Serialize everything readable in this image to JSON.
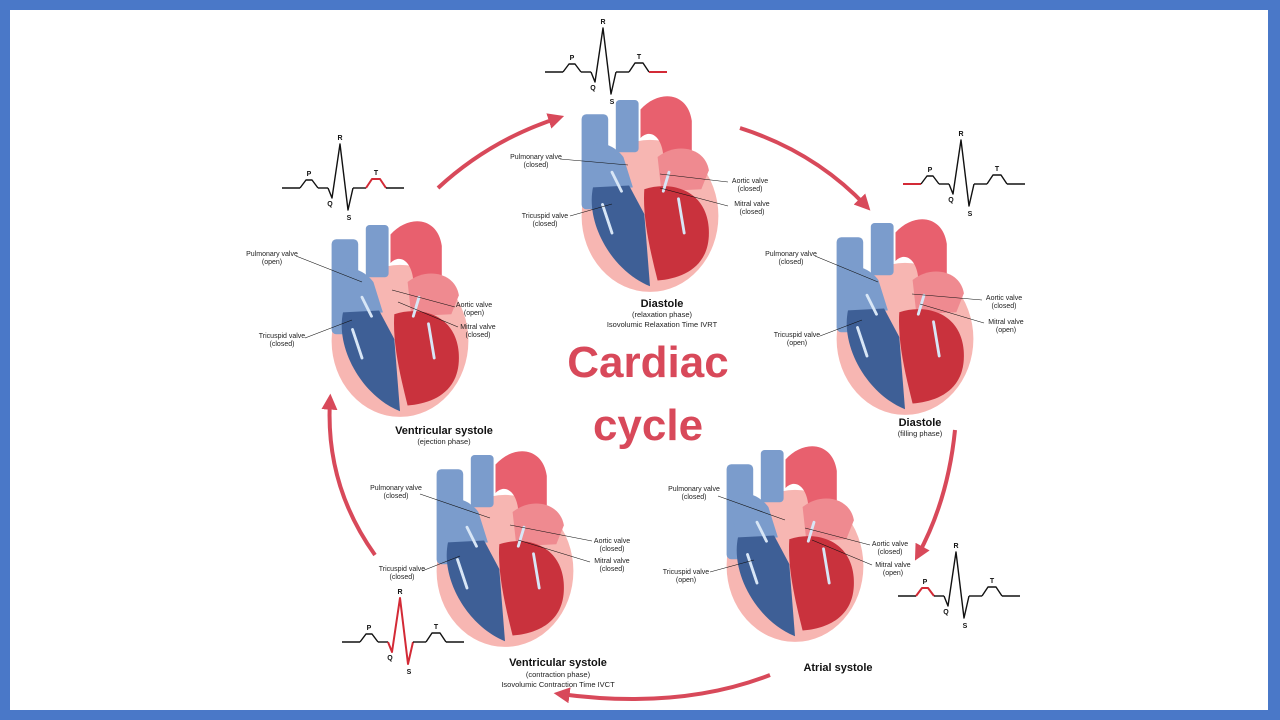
{
  "title": {
    "line1": "Cardiac",
    "line2": "cycle"
  },
  "colors": {
    "frame": "#4a78c8",
    "arrow": "#d8495a",
    "title": "#d8495a",
    "venous_blue": "#7b9ccc",
    "ventricle_blue": "#3e5f96",
    "arterial_red": "#e8606e",
    "ventricle_red": "#c9323d",
    "pericardium": "#f7b6b2",
    "ecg_highlight": "#d32a36"
  },
  "ecg_letters": {
    "p": "P",
    "q": "Q",
    "r": "R",
    "s": "S",
    "t": "T"
  },
  "stages": {
    "relax": {
      "title": "Diastole",
      "subtitle": "(relaxation phase)",
      "note": "Isovolumic Relaxation Time IVRT",
      "ecg_highlight": "after-T",
      "labels": {
        "pulmonary": [
          "Pulmonary valve",
          "(closed)"
        ],
        "aortic": [
          "Aortic valve",
          "(closed)"
        ],
        "mitral": [
          "Mitral  valve",
          "(closed)"
        ],
        "tricuspid": [
          "Tricuspid  valve",
          "(closed)"
        ]
      }
    },
    "fill": {
      "title": "Diastole",
      "subtitle": "(filling phase)",
      "ecg_highlight": "before-P",
      "labels": {
        "pulmonary": [
          "Pulmonary valve",
          "(closed)"
        ],
        "aortic": [
          "Aortic valve",
          "(closed)"
        ],
        "mitral": [
          "Mitral  valve",
          "(open)"
        ],
        "tricuspid": [
          "Tricuspid  valve",
          "(open)"
        ]
      }
    },
    "atrial": {
      "title": "Atrial  systole",
      "ecg_highlight": "P",
      "labels": {
        "pulmonary": [
          "Pulmonary valve",
          "(closed)"
        ],
        "aortic": [
          "Aortic valve",
          "(closed)"
        ],
        "mitral": [
          "Mitral  valve",
          "(open)"
        ],
        "tricuspid": [
          "Tricuspid  valve",
          "(open)"
        ]
      }
    },
    "contract": {
      "title": "Ventricular systole",
      "subtitle": "(contraction phase)",
      "note": "Isovolumic Contraction Time IVCT",
      "ecg_highlight": "QRS",
      "labels": {
        "pulmonary": [
          "Pulmonary valve",
          "(closed)"
        ],
        "aortic": [
          "Aortic valve",
          "(closed)"
        ],
        "mitral": [
          "Mitral  valve",
          "(closed)"
        ],
        "tricuspid": [
          "Tricuspid  valve",
          "(closed)"
        ]
      }
    },
    "eject": {
      "title": "Ventricular systole",
      "subtitle": "(ejection phase)",
      "ecg_highlight": "T",
      "labels": {
        "pulmonary": [
          "Pulmonary valve",
          "(open)"
        ],
        "aortic": [
          "Aortic valve",
          "(open)"
        ],
        "mitral": [
          "Mitral  valve",
          "(closed)"
        ],
        "tricuspid": [
          "Tricuspid  valve",
          "(closed)"
        ]
      }
    }
  }
}
